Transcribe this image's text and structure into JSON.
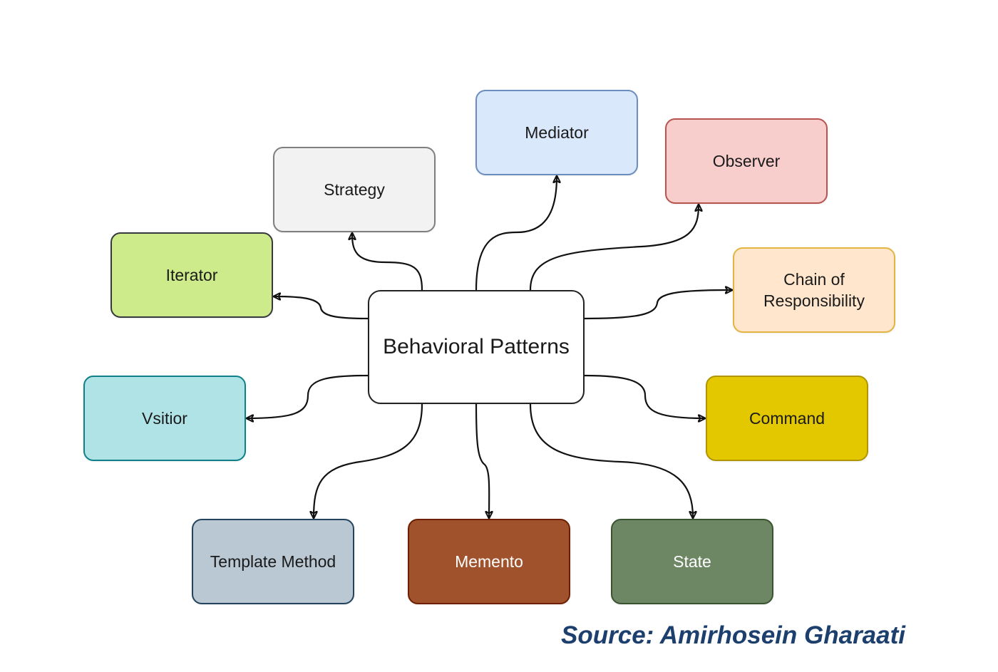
{
  "diagram": {
    "center": {
      "label": "Behavioral Patterns"
    },
    "nodes": [
      {
        "id": "strategy",
        "label": "Strategy",
        "fill": "#f2f2f2",
        "stroke": "#7f7f7f",
        "text_color": "#1a1a1a"
      },
      {
        "id": "mediator",
        "label": "Mediator",
        "fill": "#dae8fc",
        "stroke": "#6c8ebf",
        "text_color": "#1a1a1a"
      },
      {
        "id": "observer",
        "label": "Observer",
        "fill": "#f8cecc",
        "stroke": "#b85450",
        "text_color": "#1a1a1a"
      },
      {
        "id": "iterator",
        "label": "Iterator",
        "fill": "#cdeb8b",
        "stroke": "#36393d",
        "text_color": "#1a1a1a"
      },
      {
        "id": "chain",
        "label": "Chain of\nResponsibility",
        "fill": "#ffe6cc",
        "stroke": "#e3b441",
        "text_color": "#1a1a1a"
      },
      {
        "id": "visitor",
        "label": "Vsitior",
        "fill": "#b0e3e6",
        "stroke": "#0e8088",
        "text_color": "#1a1a1a"
      },
      {
        "id": "command",
        "label": "Command",
        "fill": "#e3c800",
        "stroke": "#b09500",
        "text_color": "#1a1a1a"
      },
      {
        "id": "template",
        "label": "Template Method",
        "fill": "#bac8d3",
        "stroke": "#23445d",
        "text_color": "#1a1a1a"
      },
      {
        "id": "memento",
        "label": "Memento",
        "fill": "#a0522d",
        "stroke": "#6d1f00",
        "text_color": "#ffffff"
      },
      {
        "id": "state",
        "label": "State",
        "fill": "#6d8764",
        "stroke": "#3a5431",
        "text_color": "#ffffff"
      }
    ]
  },
  "source": {
    "text": "Source: Amirhosein Gharaati",
    "color": "#1c3f6e"
  },
  "colors": {
    "edge": "#111111",
    "center_border": "#222222",
    "center_fill": "#ffffff"
  }
}
